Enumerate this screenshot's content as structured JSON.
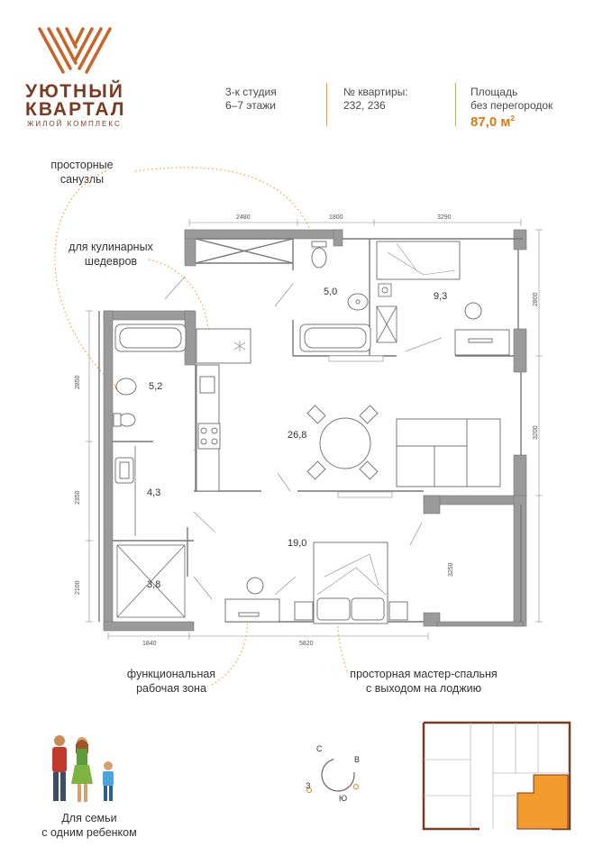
{
  "brand": {
    "line1": "УЮТНЫЙ",
    "line2": "КВАРТАЛ",
    "subtitle": "ЖИЛОЙ КОМПЛЕКС",
    "logo_color": "#c8652a"
  },
  "info": {
    "type_line1": "3-к студия",
    "type_line2": "6–7 этажи",
    "apt_label": "№ квартиры:",
    "apt_numbers": "232, 236",
    "area_label_line1": "Площадь",
    "area_label_line2": "без перегородок",
    "area_value": "87,0 м",
    "area_unit_sup": "2"
  },
  "callouts": {
    "bathrooms": [
      "просторные",
      "санузлы"
    ],
    "kitchen": [
      "для кулинарных",
      "шедевров"
    ],
    "workzone": [
      "функциональная",
      "рабочая зона"
    ],
    "bedroom": [
      "просторная мастер-спальня",
      "с выходом на лоджию"
    ]
  },
  "rooms": {
    "bath_top": "5,0",
    "bedroom_top": "9,3",
    "bath_left": "5,2",
    "living": "26,8",
    "laundry": "4,3",
    "master_bedroom": "19,0",
    "storage": "3,8"
  },
  "dimensions": {
    "top_1": "2480",
    "top_2": "1800",
    "top_3": "3290",
    "right_1": "2800",
    "right_2": "3200",
    "right_3": "3250",
    "left_1": "2850",
    "left_2": "2350",
    "left_3": "2100",
    "bottom_1": "1840",
    "bottom_2": "5820"
  },
  "compass": {
    "north": "С",
    "east": "В",
    "west": "З",
    "south": "Ю"
  },
  "family": {
    "line1": "Для семьи",
    "line2": "с одним ребенком"
  },
  "colors": {
    "accent": "#f0a030",
    "highlight": "#f39a2c",
    "brand": "#7a3b22",
    "wall": "#8a8a8a"
  }
}
